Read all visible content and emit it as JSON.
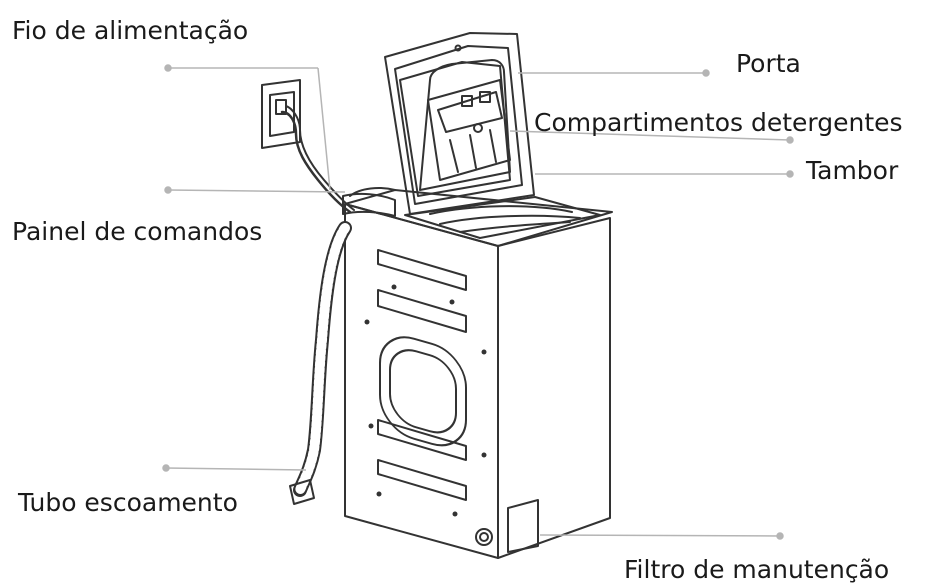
{
  "labels": {
    "power_cord": "Fio de alimentação",
    "control_panel": "Painel de comandos",
    "drain_hose": "Tubo escoamento",
    "door": "Porta",
    "detergent_compartments": "Compartimentos detergentes",
    "drum": "Tambor",
    "maintenance_filter": "Filtro de manutenção"
  },
  "colors": {
    "line": "#333333",
    "leader": "#b5b5b5",
    "text": "#1a1a1a"
  }
}
